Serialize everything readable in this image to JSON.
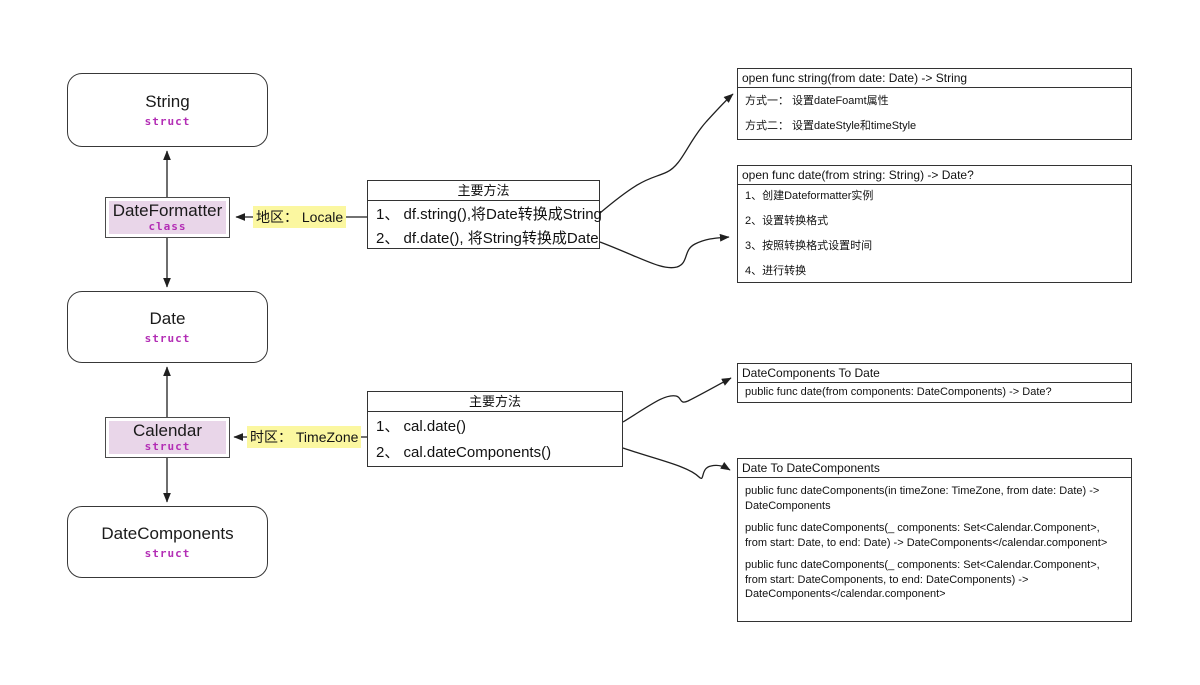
{
  "entities": [
    {
      "name": "String",
      "kind": "struct"
    },
    {
      "name": "DateFormatter",
      "kind": "class"
    },
    {
      "name": "Date",
      "kind": "struct"
    },
    {
      "name": "Calendar",
      "kind": "struct"
    },
    {
      "name": "DateComponents",
      "kind": "struct"
    }
  ],
  "labels": {
    "locale": "地区： Locale",
    "timezone": "时区： TimeZone"
  },
  "method_boxes": [
    {
      "title": "主要方法",
      "rows": [
        "1、 df.string(),将Date转换成String",
        "2、 df.date(), 将String转换成Date"
      ]
    },
    {
      "title": "主要方法",
      "rows": [
        "1、 cal.date()",
        "2、 cal.dateComponents()"
      ]
    }
  ],
  "detail_boxes": [
    {
      "header": "open func string(from date: Date) -> String",
      "lines": [
        "方式一： 设置dateFoamt属性",
        "方式二： 设置dateStyle和timeStyle"
      ]
    },
    {
      "header": "open func date(from string: String) -> Date?",
      "lines": [
        "1、创建Dateformatter实例",
        "2、设置转换格式",
        "3、按照转换格式设置时间",
        "4、进行转换"
      ]
    },
    {
      "header": "DateComponents To Date",
      "lines": [
        "public func date(from components: DateComponents) -> Date?"
      ]
    },
    {
      "header": "Date To DateComponents",
      "lines": [
        "public func dateComponents(in timeZone: TimeZone, from date: Date) -> DateComponents",
        "public func dateComponents(_ components: Set<Calendar.Component>, from start: Date, to end: Date) -> DateComponents</calendar.component>",
        "public func dateComponents(_ components: Set<Calendar.Component>, from start: DateComponents, to end: DateComponents) -> DateComponents</calendar.component>"
      ]
    }
  ],
  "colors": {
    "keyword_magenta": "#b32eb5",
    "entity_highlight_pink": "#e9d6e9",
    "label_highlight_yellow": "#fbf7a0",
    "line": "#1f1f1f"
  }
}
